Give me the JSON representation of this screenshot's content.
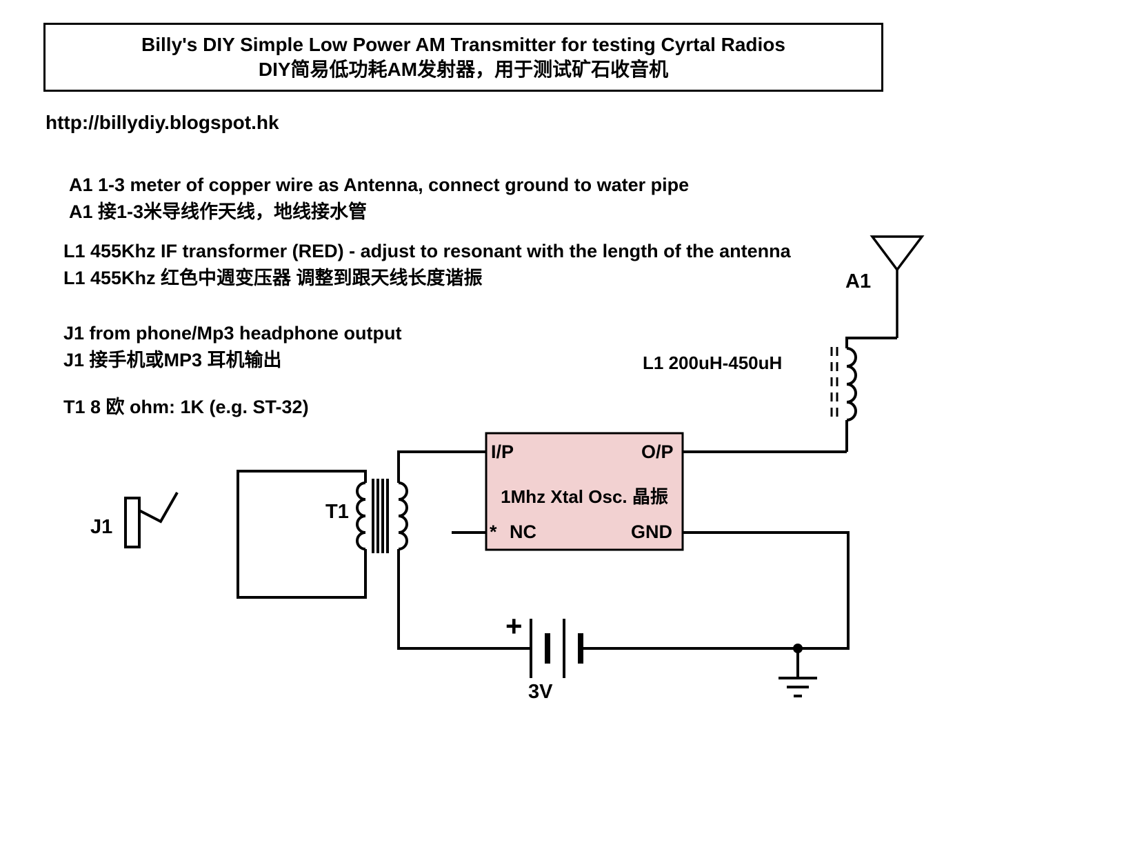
{
  "title": {
    "line1": "Billy's DIY Simple Low Power AM Transmitter for testing Cyrtal Radios",
    "line2": "DIY简易低功耗AM发射器，用于测试矿石收音机"
  },
  "url": "http://billydiy.blogspot.hk",
  "notes": [
    "A1 1-3 meter of copper wire as Antenna, connect ground to water pipe",
    "A1 接1-3米导线作天线，地线接水管",
    "L1 455Khz IF transformer (RED) - adjust to resonant with the length of the antenna",
    "L1 455Khz 红色中週变压器 调整到跟天线长度谐振",
    "J1 from phone/Mp3 headphone output",
    "J1 接手机或MP3 耳机输出",
    "T1 8 欧 ohm: 1K (e.g. ST-32)"
  ],
  "components": {
    "antenna_label": "A1",
    "inductor_label": "L1 200uH-450uH",
    "transformer_label": "T1",
    "jack_label": "J1",
    "battery_plus": "+",
    "battery_voltage": "3V",
    "oscillator": {
      "pin_input": "I/P",
      "pin_output": "O/P",
      "name": "1Mhz Xtal Osc. 晶振",
      "pin_star": "*",
      "pin_nc": "NC",
      "pin_gnd": "GND"
    }
  },
  "colors": {
    "oscillator_fill": "#f2d1d1",
    "wire": "#000000",
    "background": "#ffffff"
  }
}
